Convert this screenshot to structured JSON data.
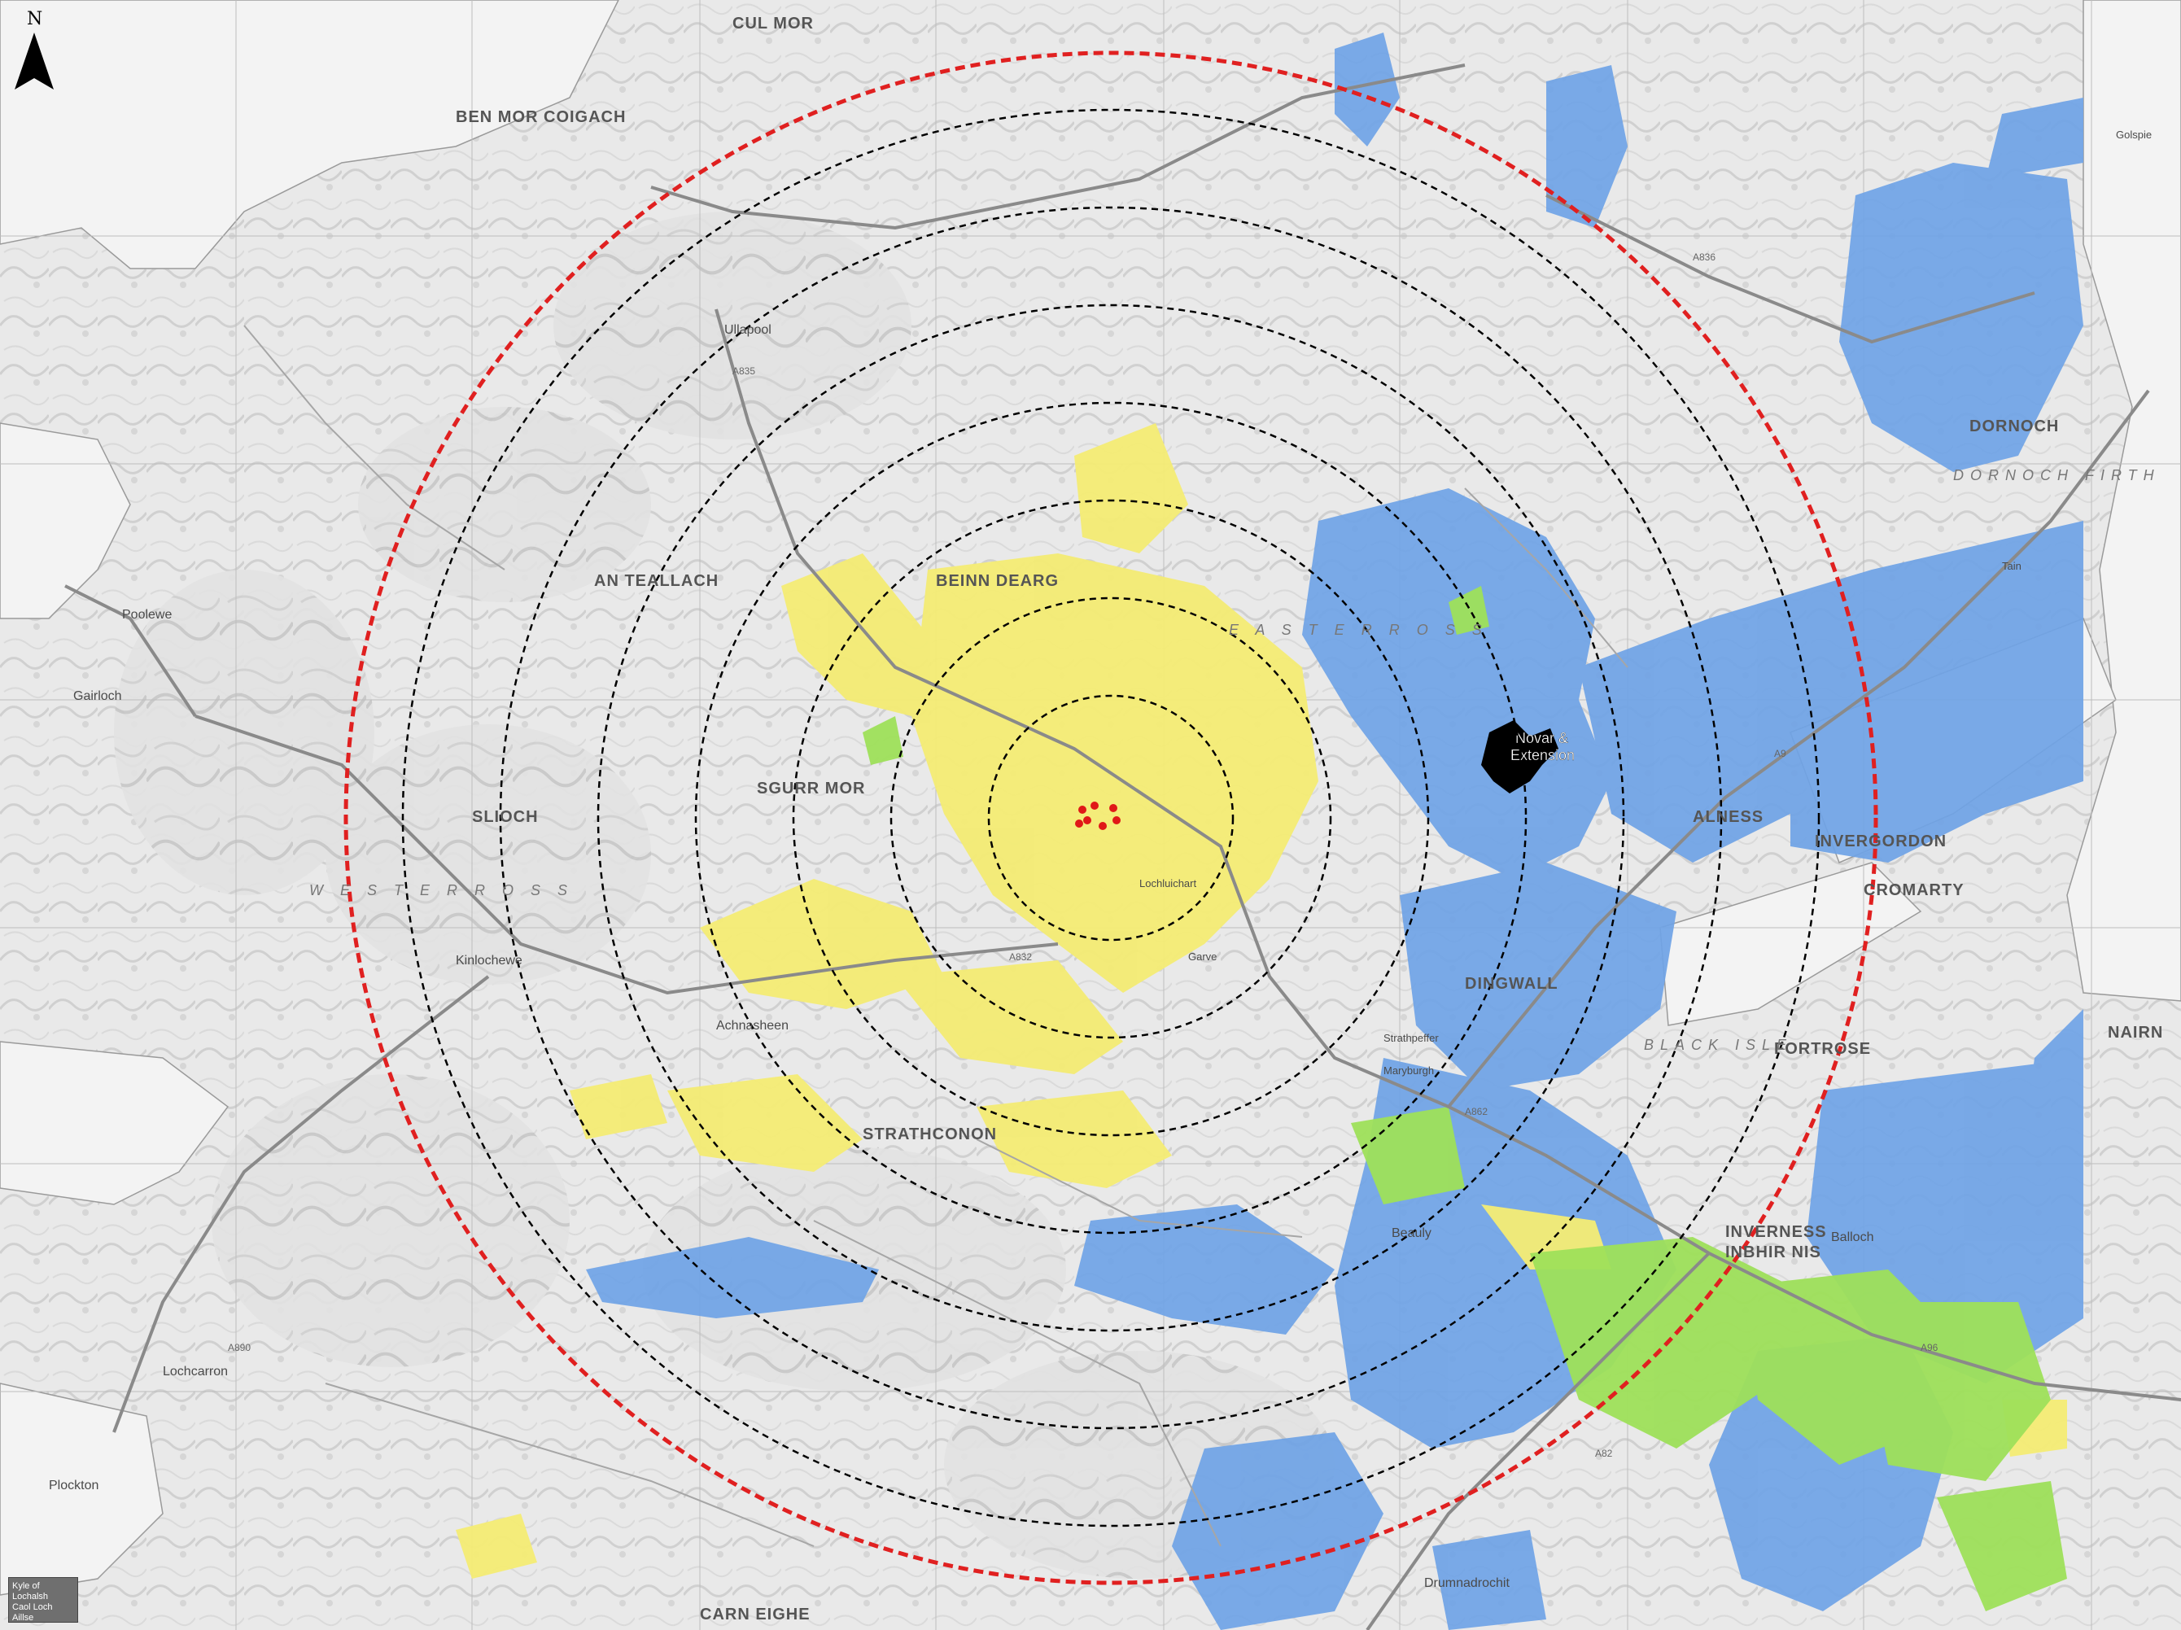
{
  "map": {
    "north_label": "N",
    "development_label_line1": "Novar &",
    "development_label_line2": "Extension",
    "logo_line1": "Kyle of Lochalsh",
    "logo_line2": "Caol Loch Aillse",
    "colors": {
      "zone_yellow": "#f4ec74",
      "zone_green": "#9ee05a",
      "zone_blue": "#6fa3e6",
      "outer_ring": "#e02020",
      "inner_rings": "#000000",
      "turbines": "#e01818",
      "development": "#000000"
    },
    "places": {
      "ullapool": "Ullapool",
      "poolewe": "Poolewe",
      "gairloch": "Gairloch",
      "sgurr_mor": "SGURR MOR",
      "an_teallach": "AN TEALLACH",
      "ben_mor_coigach": "BEN MOR COIGACH",
      "slioch": "SLIOCH",
      "kinlochewe": "Kinlochewe",
      "achnasheen": "Achnasheen",
      "lochcarron": "Lochcarron",
      "plockton": "Plockton",
      "strathconon": "STRATHCONON",
      "dingwall": "DINGWALL",
      "alness": "ALNESS",
      "invergordon": "INVERGORDON",
      "cromarty": "CROMARTY",
      "fortrose": "FORTROSE",
      "inverness": "INVERNESS",
      "inbhir_nis": "INBHIR NIS",
      "nairn": "NAIRN",
      "dornoch": "DORNOCH",
      "balloch": "Balloch",
      "beauly": "Beauly",
      "drumnadrochit": "Drumnadrochit",
      "black_isle": "BLACK ISLE",
      "easter_ross": "E A S T E R   R O S S",
      "wester_ross": "W E S T E R   R O S S",
      "dornoch_firth": "DORNOCH FIRTH",
      "cul_mor": "CUL MOR",
      "carn_eighe": "CARN EIGHE",
      "ben_dearg": "BEINN DEARG",
      "lochluichart": "Lochluichart",
      "garve": "Garve",
      "strathpeffer": "Strathpeffer",
      "maryburgh": "Maryburgh",
      "tain": "Tain",
      "golspie": "Golspie"
    },
    "roads": {
      "a835": "A835",
      "a832": "A832",
      "a890": "A890",
      "a9": "A9",
      "a82": "A82",
      "a96": "A96",
      "a862": "A862",
      "a836": "A836"
    }
  }
}
